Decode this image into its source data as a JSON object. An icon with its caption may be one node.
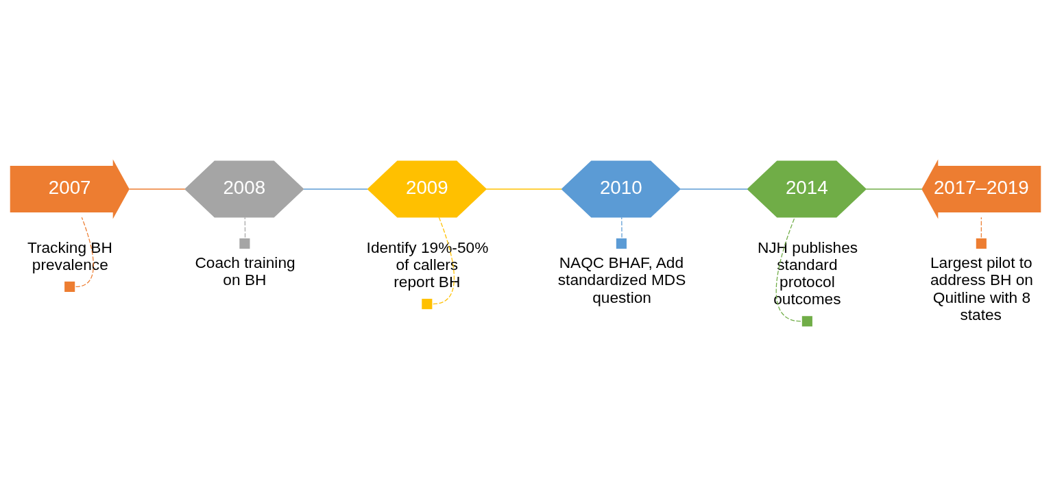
{
  "diagram": {
    "nodes": [
      {
        "text": [
          "2007"
        ]
      },
      {
        "text": [
          "2008"
        ]
      },
      {
        "text": [
          "2009"
        ]
      },
      {
        "text": [
          "2010"
        ]
      },
      {
        "text": [
          "2014"
        ]
      },
      {
        "text": [
          "2017–2019"
        ]
      },
      {
        "text": [
          "Tracking BH prevalence"
        ]
      },
      {
        "text": [
          "Coach training on BH"
        ]
      },
      {
        "text": [
          "Identify 19%-50% of callers report BH"
        ]
      },
      {
        "text": [
          "NAQC BHAF, Add standardized MDS question"
        ]
      },
      {
        "text": [
          "NJH publishes standard protocol outcomes"
        ]
      },
      {
        "text": [
          "Largest pilot to address BH on Quitline with 8 states"
        ]
      }
    ],
    "edges": [
      {
        "from": 0,
        "to": 1,
        "arrow": "none",
        "color": "#ed7d31"
      },
      {
        "from": 1,
        "to": 2,
        "arrow": "none",
        "color": "#5b9bd5"
      },
      {
        "from": 2,
        "to": 3,
        "arrow": "none",
        "color": "#ffc000"
      },
      {
        "from": 3,
        "to": 4,
        "arrow": "none",
        "color": "#5b9bd5"
      },
      {
        "from": 4,
        "to": 5,
        "arrow": "none",
        "color": "#70ad47"
      },
      {
        "from": 0,
        "to": 6,
        "arrow": "none",
        "style": "dashed",
        "color": "#ed7d31"
      },
      {
        "from": 1,
        "to": 7,
        "arrow": "none",
        "style": "dashed",
        "color": "#a5a5a5"
      },
      {
        "from": 2,
        "to": 8,
        "arrow": "none",
        "style": "dashed",
        "color": "#ffc000"
      },
      {
        "from": 3,
        "to": 9,
        "arrow": "none",
        "style": "dashed",
        "color": "#5b9bd5"
      },
      {
        "from": 4,
        "to": 10,
        "arrow": "none",
        "style": "dashed",
        "color": "#70ad47"
      },
      {
        "from": 5,
        "to": 11,
        "arrow": "none",
        "style": "dashed",
        "color": "#ed7d31"
      }
    ]
  }
}
